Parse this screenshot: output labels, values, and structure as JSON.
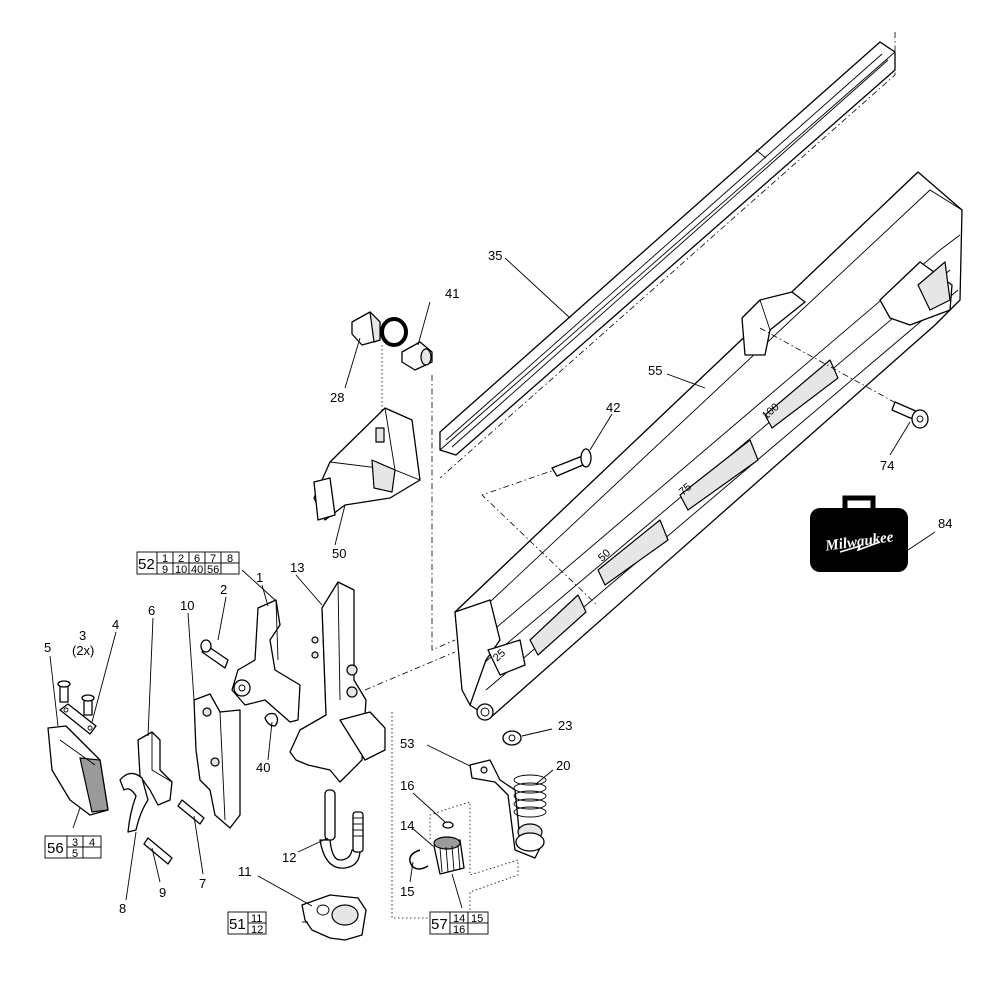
{
  "labels": {
    "p1": "1",
    "p2": "2",
    "p3": "3",
    "p3q": "(2x)",
    "p4": "4",
    "p5": "5",
    "p6": "6",
    "p7": "7",
    "p8": "8",
    "p9": "9",
    "p10": "10",
    "p11": "11",
    "p12": "12",
    "p13": "13",
    "p14": "14",
    "p15": "15",
    "p16": "16",
    "p20": "20",
    "p23": "23",
    "p28": "28",
    "p35": "35",
    "p40": "40",
    "p41": "41",
    "p42": "42",
    "p50": "50",
    "p53": "53",
    "p55": "55",
    "p74": "74",
    "p84": "84"
  },
  "kits": {
    "k52": {
      "id": "52",
      "row1": [
        "1",
        "2",
        "6",
        "7",
        "8"
      ],
      "row2": [
        "9",
        "10",
        "40",
        "56",
        ""
      ]
    },
    "k56": {
      "id": "56",
      "row1": [
        "3",
        "4"
      ],
      "row2": [
        "5",
        ""
      ]
    },
    "k51": {
      "id": "51",
      "row1": [
        "11"
      ],
      "row2": [
        "12"
      ]
    },
    "k57": {
      "id": "57",
      "row1": [
        "14",
        "15"
      ],
      "row2": [
        "16",
        ""
      ]
    }
  },
  "brand": {
    "logo": "Milwaukee"
  },
  "rail_marks": [
    "100",
    "75",
    "50",
    "25"
  ]
}
